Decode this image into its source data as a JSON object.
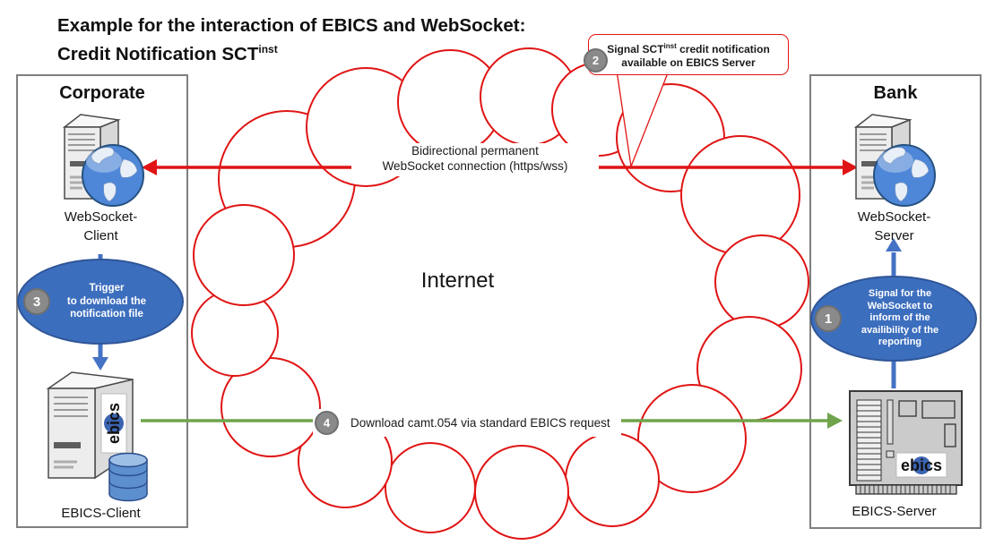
{
  "title": {
    "line1": "Example for the interaction of EBICS and WebSocket:",
    "line2": "Credit Notification SCT",
    "line2_sup": "inst"
  },
  "corporate": {
    "heading": "Corporate",
    "websocket_client": {
      "line1": "WebSocket-",
      "line2": "Client"
    },
    "ebics_client_label": "EBICS-Client",
    "step3": {
      "number": "3",
      "lines": [
        "Trigger",
        "to download the",
        "notification file"
      ]
    }
  },
  "bank": {
    "heading": "Bank",
    "websocket_server": {
      "line1": "WebSocket-",
      "line2": "Server"
    },
    "ebics_server_label": "EBICS-Server",
    "step1": {
      "number": "1",
      "lines": [
        "Signal for the",
        "WebSocket to",
        "inform of the",
        "availibility of the",
        "reporting"
      ]
    }
  },
  "cloud": {
    "label": "Internet",
    "outline_color": "#E01414"
  },
  "websocket_connection": {
    "line1": "Bidirectional permanent",
    "line2": "WebSocket connection (https/wss)",
    "color": "#E01414"
  },
  "step2": {
    "number": "2",
    "line1_prefix": "Signal SCT",
    "line1_sup": "inst",
    "line1_suffix": "  credit notification",
    "line2": "available on EBICS Server"
  },
  "step4": {
    "number": "4",
    "label": "Download camt.054 via standard EBICS request",
    "color": "#6FA44C"
  },
  "logos": {
    "ebics": "ebics"
  },
  "colors": {
    "red_arrow": "#E01414",
    "green_arrow": "#6FA44C",
    "blue_arrow": "#4472C4",
    "ellipse_fill": "#3C6EBE",
    "ellipse_border": "#2F5597",
    "badge_gray": "#8A8A8A",
    "panel_border": "#7F7F7F"
  }
}
